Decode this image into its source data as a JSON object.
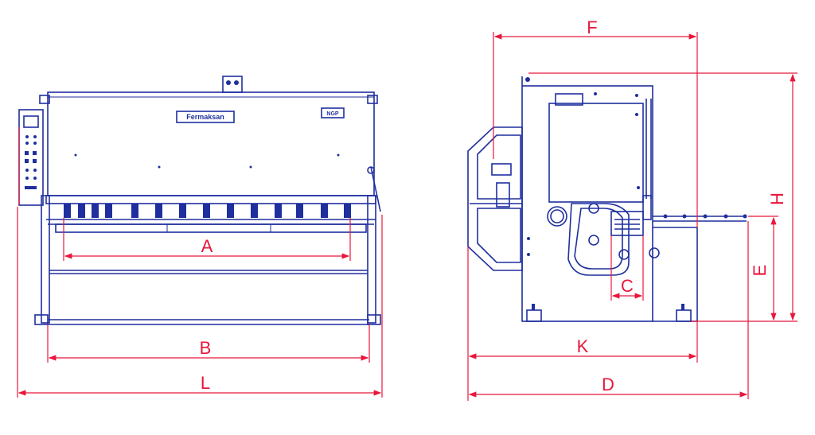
{
  "front_view": {
    "dimensions": {
      "A": "A",
      "B": "B",
      "L": "L"
    },
    "logo": "Fermaksan",
    "badge": "NGP"
  },
  "side_view": {
    "dimensions": {
      "F": "F",
      "H": "H",
      "E": "E",
      "C": "C",
      "K": "K",
      "D": "D"
    }
  },
  "colors": {
    "machine": "#1f2f9e",
    "dimension": "#e8173c",
    "background": "#ffffff"
  }
}
